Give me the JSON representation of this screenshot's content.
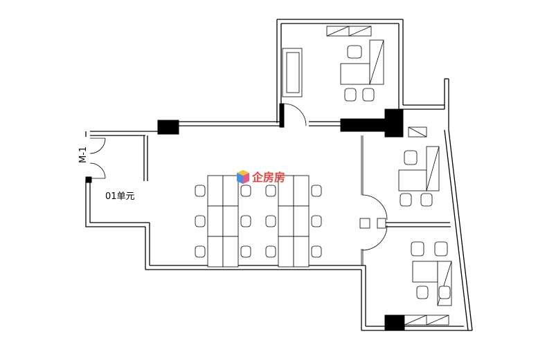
{
  "labels": {
    "door_tag": "M-1",
    "unit_name": "01单元"
  },
  "watermark": {
    "text": "企房房"
  },
  "colors": {
    "wall": "#000000",
    "background": "#ffffff",
    "logo_text": "#e8413c",
    "logo_cube_blue": "#4a8fe7",
    "logo_cube_yellow": "#f2c230",
    "logo_cube_pink": "#e85a8a"
  }
}
